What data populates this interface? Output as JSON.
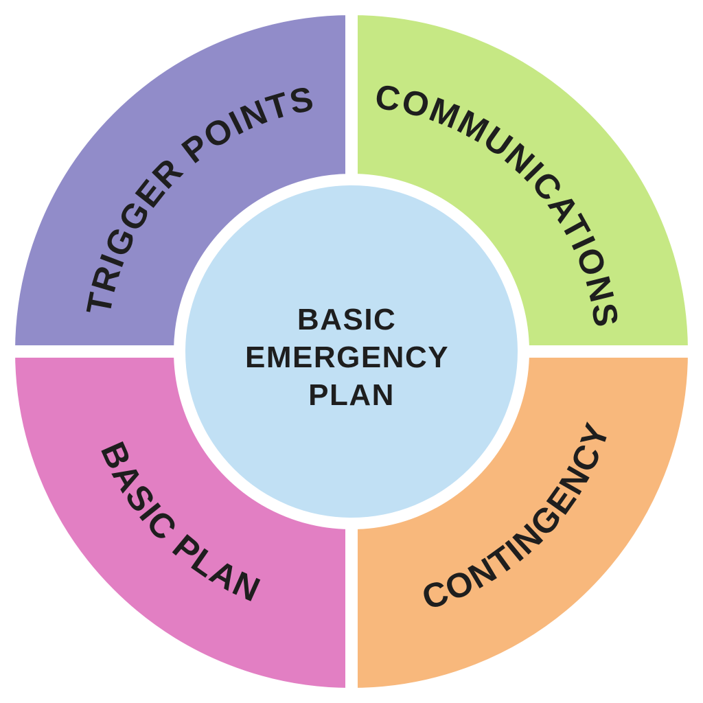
{
  "diagram": {
    "title": "BASIC EMERGENCY PLAN",
    "background_color": "#ffffff",
    "text_color": "#1e1e1e",
    "center": {
      "lines": {
        "line1": "BASIC",
        "line2": "EMERGENCY",
        "line3": "PLAN"
      },
      "full_label": "BASIC EMERGENCY PLAN",
      "fill_color": "#c1e0f4"
    },
    "segments": {
      "top_left": {
        "label": "TRIGGER POINTS",
        "color": "#918cc9",
        "position": "top-left"
      },
      "top_right": {
        "label": "COMMUNICATIONS",
        "color": "#c6e884",
        "position": "top-right"
      },
      "bottom_left": {
        "label": "BASIC PLAN",
        "color": "#e27fc3",
        "position": "bottom-left"
      },
      "bottom_right": {
        "label": "CONTINGENCY",
        "color": "#f8b87c",
        "position": "bottom-right"
      }
    }
  }
}
